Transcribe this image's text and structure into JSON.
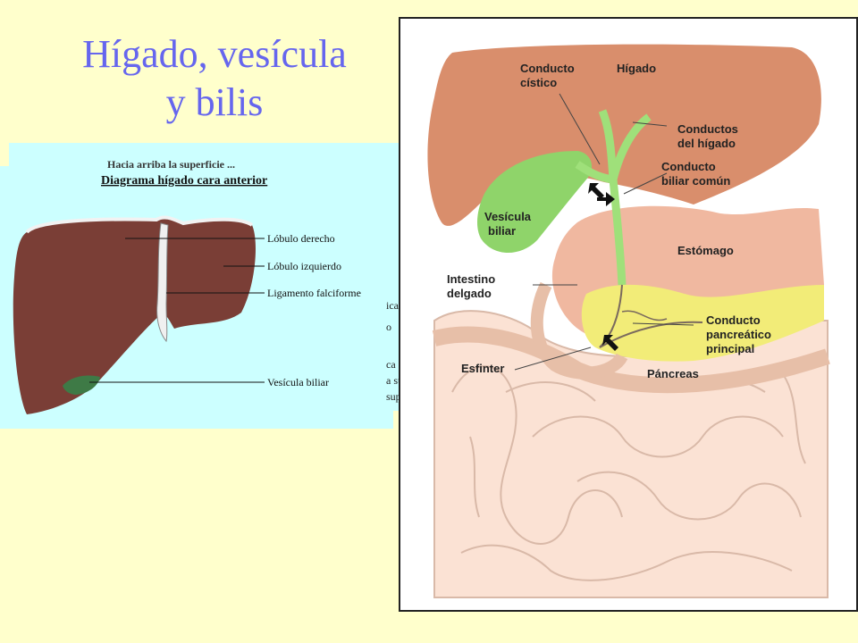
{
  "slide": {
    "background": "#FFFFCC",
    "title_color": "#6666EE",
    "title_line1": "Hígado, vesícula",
    "title_line2": "y bilis"
  },
  "liver_diagram": {
    "panel_color": "#CCFFFF",
    "liver_color": "#7A3E36",
    "gallbladder_color": "#3E7A46",
    "obscured_top_text": "Hacia arriba la superficie ...",
    "heading": "Diagrama hígado cara anterior",
    "labels": {
      "right_lobe": "Lóbulo derecho",
      "left_lobe": "Lóbulo izquierdo",
      "falciform_ligament": "Ligamento falciforme",
      "gallbladder": "Vesícula biliar"
    },
    "underlying_text_fragments": [
      "ica",
      "o",
      "ca",
      "a su",
      "sup"
    ]
  },
  "digestive_diagram": {
    "frame_color": "#222222",
    "colors": {
      "liver": "#D98E6C",
      "gallbladder": "#8FD46A",
      "stomach": "#F0B8A0",
      "pancreas": "#F2EC78",
      "intestine": "#FBE2D4"
    },
    "labels": {
      "cystic_duct": [
        "Conducto",
        "cístico"
      ],
      "liver": "Hígado",
      "hepatic_ducts": [
        "Conductos",
        "del hígado"
      ],
      "common_bile_duct": [
        "Conducto",
        "biliar común"
      ],
      "gallbladder": [
        "Vesícula",
        "biliar"
      ],
      "stomach": "Estómago",
      "small_intestine": [
        "Intestino",
        "delgado"
      ],
      "pancreatic_duct": [
        "Conducto",
        "pancreático",
        "principal"
      ],
      "sphincter": "Esfinter",
      "pancreas": "Páncreas"
    }
  }
}
